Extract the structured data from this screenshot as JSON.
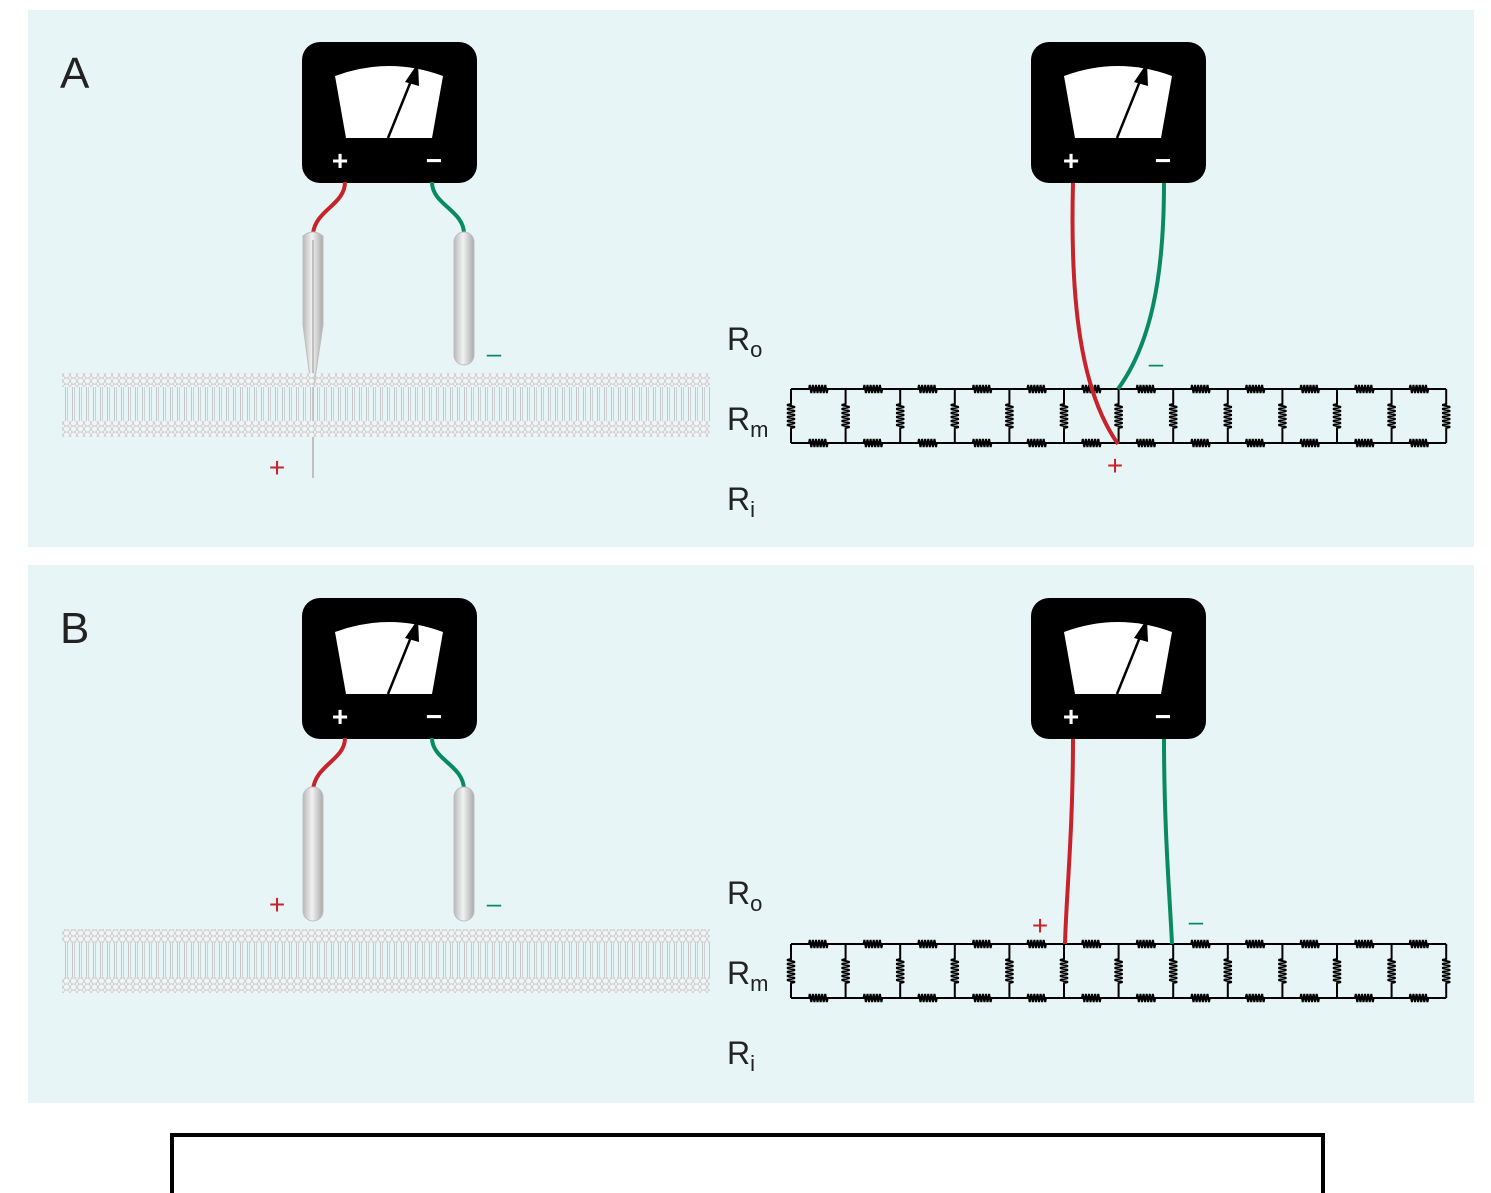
{
  "colors": {
    "panel_bg": "#e7f5f6",
    "meter_body": "#000000",
    "meter_face": "#ffffff",
    "positive_lead": "#c8232b",
    "negative_lead": "#0a8a5f",
    "electrode": "#d4d4d4",
    "membrane": "#d8d8d8",
    "circuit": "#000000"
  },
  "panels": [
    {
      "label": "A",
      "meter_left": {
        "plus": "+",
        "minus": "−"
      },
      "meter_right": {
        "plus": "+",
        "minus": "−"
      },
      "membrane_plus": "+",
      "membrane_minus": "–",
      "circuit_plus": "+",
      "circuit_minus": "–",
      "resistances": {
        "outside": "R",
        "outside_sub": "o",
        "membrane": "R",
        "membrane_sub": "m",
        "inside": "R",
        "inside_sub": "i"
      }
    },
    {
      "label": "B",
      "meter_left": {
        "plus": "+",
        "minus": "−"
      },
      "meter_right": {
        "plus": "+",
        "minus": "−"
      },
      "membrane_plus": "+",
      "membrane_minus": "–",
      "circuit_plus": "+",
      "circuit_minus": "–",
      "resistances": {
        "outside": "R",
        "outside_sub": "o",
        "membrane": "R",
        "membrane_sub": "m",
        "inside": "R",
        "inside_sub": "i"
      }
    }
  ],
  "icons": {
    "meter": "voltmeter-icon",
    "resistor": "resistor-icon",
    "membrane": "lipid-bilayer-icon",
    "electrode": "electrode-icon"
  }
}
